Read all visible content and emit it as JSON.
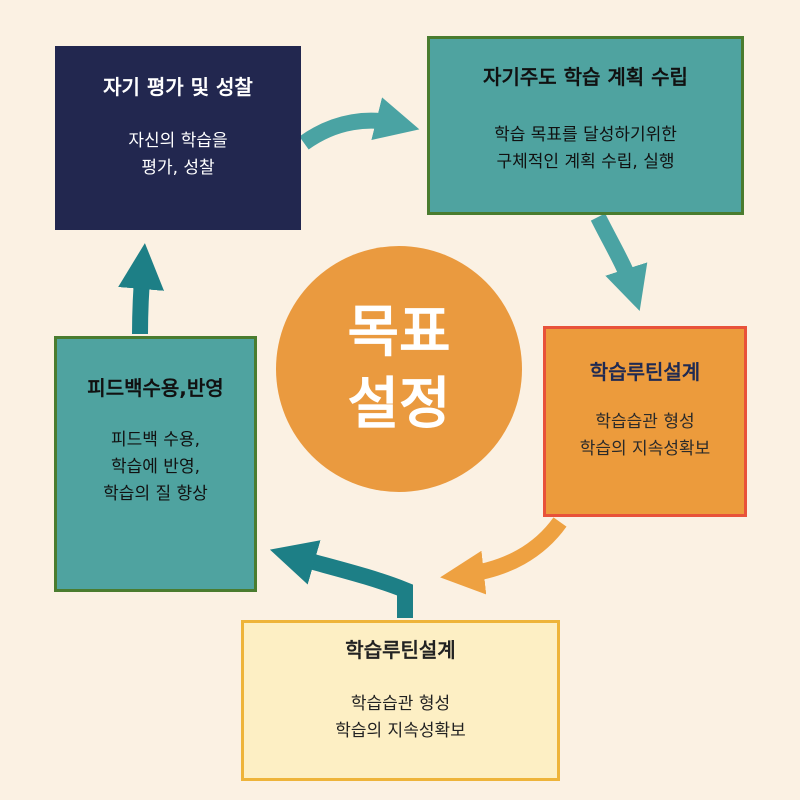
{
  "center": {
    "label": "목표 설정",
    "color": "#ea9a3f"
  },
  "boxes": {
    "self_evaluation": {
      "title": "자기 평가 및 성찰",
      "description": "자신의 학습을\n평가, 성찰"
    },
    "self_directed_plan": {
      "title": "자기주도 학습 계획 수립",
      "description": "학습 목표를 달성하기위한\n구체적인 계획 수립, 실행"
    },
    "routine_design_1": {
      "title": "학습루틴설계",
      "description": "학습습관 형성\n학습의 지속성확보"
    },
    "routine_design_2": {
      "title": "학습루틴설계",
      "description": "학습습관 형성\n학습의 지속성확보"
    },
    "feedback": {
      "title": "피드백수용,반영",
      "description": "피드백 수용,\n학습에 반영,\n학습의 질 향상"
    }
  },
  "colors": {
    "background": "#fbf1e3",
    "navy": "#22274f",
    "teal": "#4fa3a0",
    "orange": "#ec9b3c",
    "cream": "#fdefc4",
    "arrow_teal": "#4aa3a3",
    "arrow_orange": "#eea141",
    "arrow_dark_teal": "#1d7f86"
  }
}
